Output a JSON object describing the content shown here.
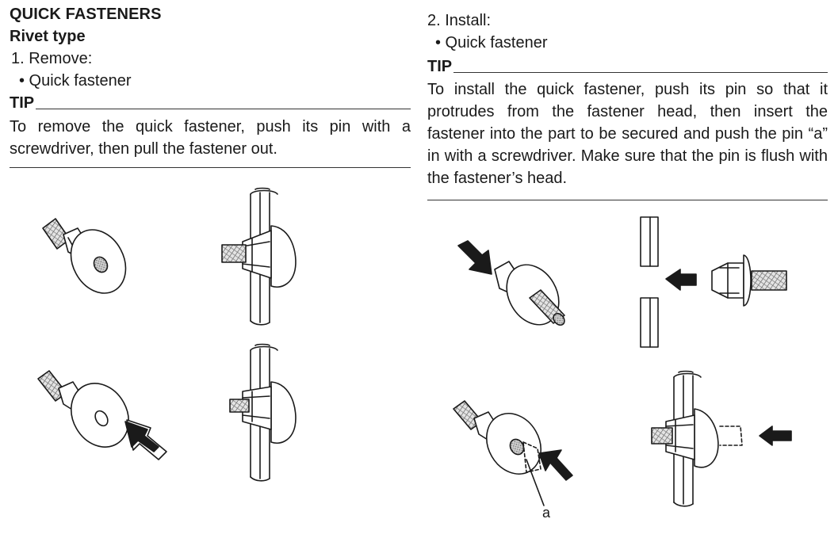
{
  "left": {
    "heading": "QUICK FASTENERS",
    "subheading": "Rivet type",
    "step_label": "1.  Remove:",
    "bullet": "• Quick fastener",
    "tip_label": "TIP",
    "tip_text": "To remove the quick fastener, push its pin with a screwdriver, then pull the fastener out."
  },
  "right": {
    "step_label": "2.  Install:",
    "bullet": "• Quick fastener",
    "tip_label": "TIP",
    "tip_text": "To install the quick fastener, push its pin so that it protrudes from the fastener head, then insert the fastener into the part to be secured and push the pin “a” in with a screwdriver. Make sure that the pin is flush with the fastener’s head.",
    "callout_label": "a"
  }
}
